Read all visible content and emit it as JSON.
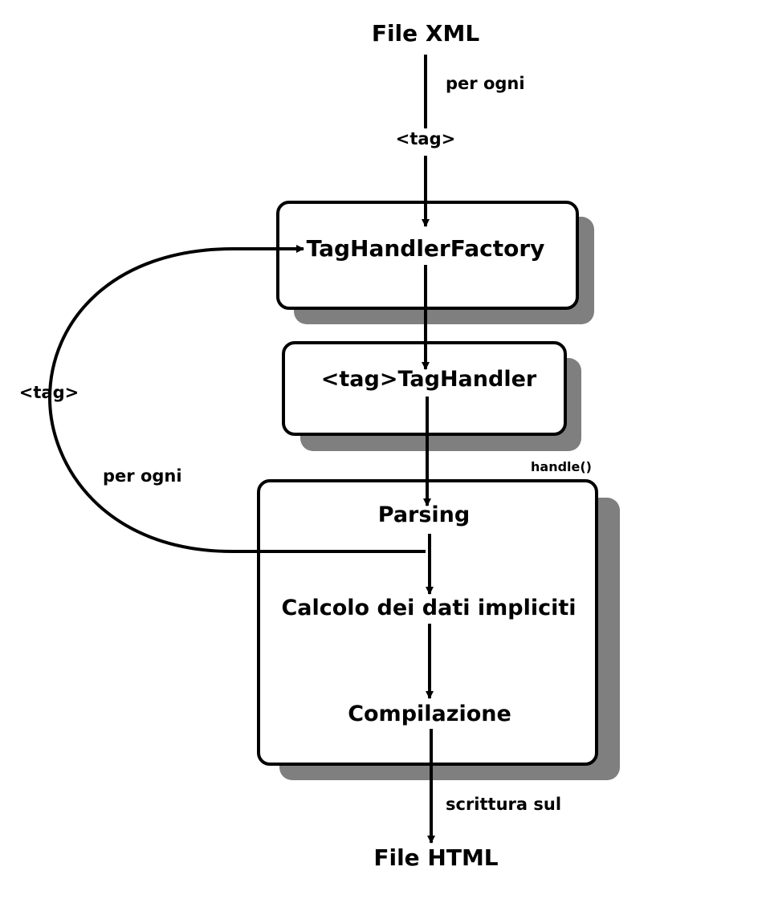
{
  "nodes": {
    "input_file": "File XML",
    "top_tag": "<tag>",
    "factory": "TagHandlerFactory",
    "handler": "<tag>TagHandler",
    "parsing": "Parsing",
    "implicit_data": "Calcolo dei dati impliciti",
    "compilation": "Compilazione",
    "output_file": "File HTML"
  },
  "edge_labels": {
    "for_each_top": "per ogni",
    "loop_tag": "<tag>",
    "loop_for_each": "per ogni",
    "handle_call": "handle()",
    "write_on": "scrittura sul"
  },
  "colors": {
    "stroke": "#000000",
    "shadow": "#7f7f7f",
    "box_fill": "#ffffff",
    "text": "#000000"
  }
}
